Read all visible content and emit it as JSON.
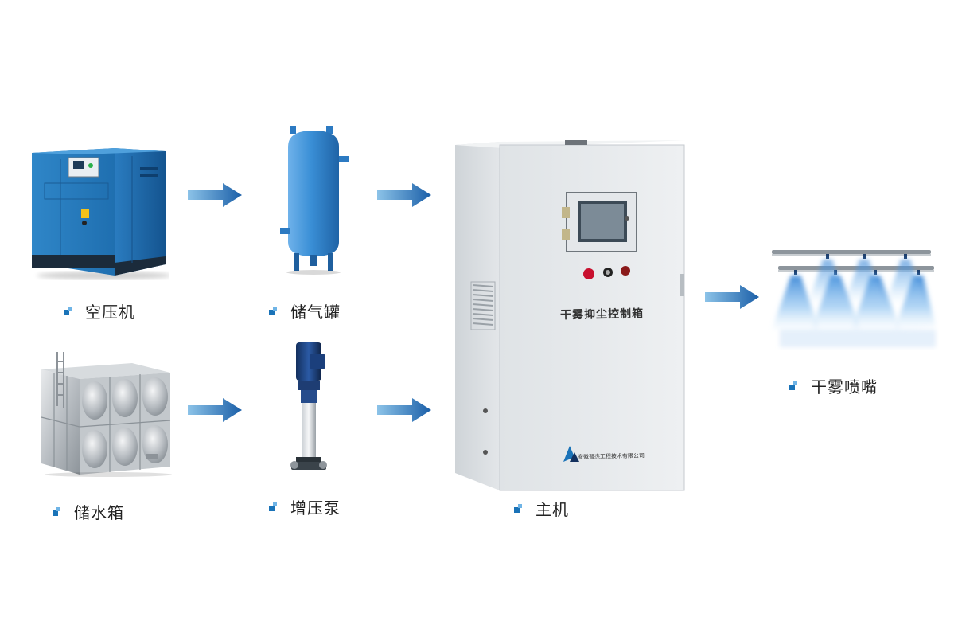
{
  "labels": {
    "air_compressor": "空压机",
    "air_tank": "储气罐",
    "water_tank": "储水箱",
    "booster_pump": "增压泵",
    "host": "主机",
    "nozzle": "干雾喷嘴"
  },
  "cabinet": {
    "title": "干雾抑尘控制箱",
    "company": "安徽智杰工程技术有限公司"
  },
  "colors": {
    "arrow_start": "#7fb8e0",
    "arrow_end": "#1b5fa8",
    "bullet_dark": "#1a73b8",
    "bullet_light": "#6fb4e6",
    "compressor_blue": "#2f86c8",
    "tank_blue": "#3a8fd6",
    "cabinet_gray": "#e9ecef"
  }
}
